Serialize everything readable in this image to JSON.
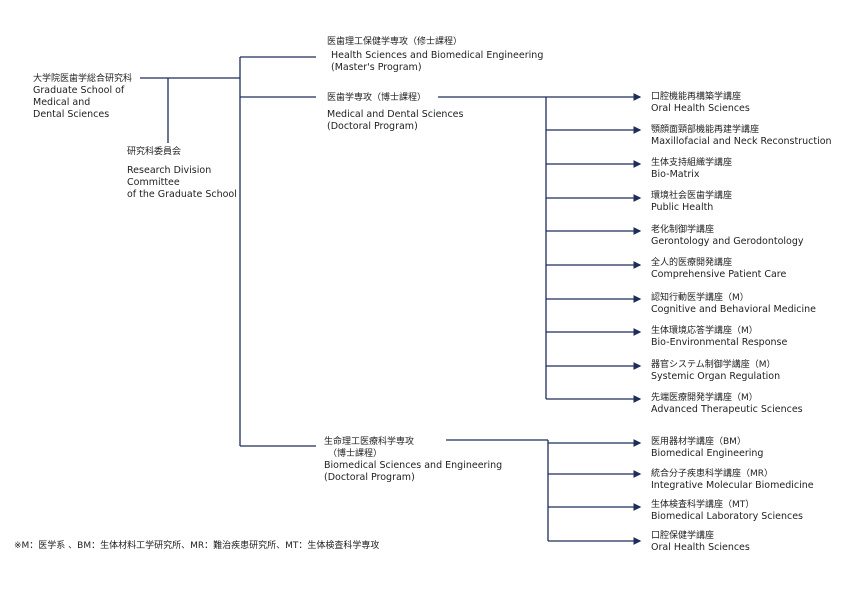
{
  "root": {
    "ja": "大学院医歯学総合研究科",
    "en_lines": [
      "Graduate School of",
      "Medical and",
      "Dental Sciences"
    ]
  },
  "committee": {
    "ja": "研究科委員会",
    "en_lines": [
      "Research Division",
      "Committee",
      "of the Graduate School"
    ]
  },
  "programs": [
    {
      "ja": "医歯理工保健学専攻（修士課程）",
      "en_lines": [
        "Health Sciences and Biomedical Engineering",
        "(Master's Program)"
      ]
    },
    {
      "ja": "医歯学専攻（博士課程）",
      "en_lines": [
        "Medical and Dental Sciences",
        "(Doctoral Program)"
      ]
    },
    {
      "ja": "生命理工医療科学専攻",
      "ja2": "（博士課程）",
      "en_lines": [
        "Biomedical Sciences and Engineering",
        "(Doctoral Program)"
      ]
    }
  ],
  "doctoral_courses": [
    {
      "ja": "口腔機能再構築学講座",
      "en": "Oral Health Sciences"
    },
    {
      "ja": "顎顔面頸部機能再建学講座",
      "en": "Maxillofacial and Neck Reconstruction"
    },
    {
      "ja": "生体支持組織学講座",
      "en": "Bio-Matrix"
    },
    {
      "ja": "環境社会医歯学講座",
      "en": "Public Health"
    },
    {
      "ja": "老化制御学講座",
      "en": "Gerontology and Gerodontology"
    },
    {
      "ja": "全人的医療開発講座",
      "en": "Comprehensive Patient Care"
    },
    {
      "ja": "認知行動医学講座（M）",
      "en": "Cognitive and Behavioral Medicine"
    },
    {
      "ja": "生体環境応答学講座（M）",
      "en": "Bio-Environmental Response"
    },
    {
      "ja": "器官システム制御学講座（M）",
      "en": "Systemic Organ Regulation"
    },
    {
      "ja": "先端医療開発学講座（M）",
      "en": "Advanced Therapeutic Sciences"
    }
  ],
  "biomed_courses": [
    {
      "ja": "医用器材学講座（BM）",
      "en": "Biomedical Engineering"
    },
    {
      "ja": "統合分子疾患科学講座（MR）",
      "en": "Integrative Molecular Biomedicine"
    },
    {
      "ja": "生体検査科学講座（MT）",
      "en": "Biomedical Laboratory Sciences"
    },
    {
      "ja": "口腔保健学講座",
      "en": "Oral Health Sciences"
    }
  ],
  "footnote": "※M：医学系 、BM：生体材料工学研究所、MR：難治疾患研究所、MT：生体検査科学専攻",
  "colors": {
    "line": "#1f2d5c",
    "text": "#1e1e1e"
  }
}
